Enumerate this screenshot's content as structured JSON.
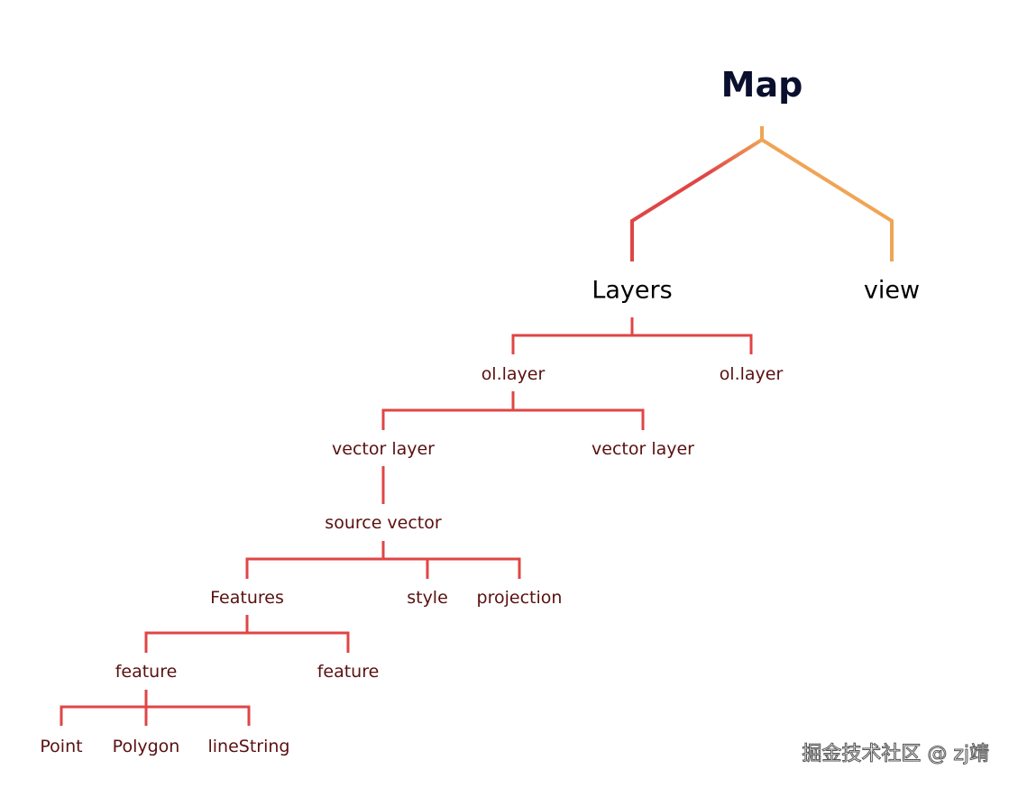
{
  "root": {
    "label": "Map"
  },
  "branches": {
    "layers": "Layers",
    "view": "view"
  },
  "layers": {
    "left": "ol.layer",
    "right": "ol.layer"
  },
  "vector_layers": {
    "left": "vector layer",
    "right": "vector layer"
  },
  "source": {
    "label": "source vector"
  },
  "source_children": {
    "features": "Features",
    "style": "style",
    "projection": "projection"
  },
  "features": {
    "left": "feature",
    "right": "feature"
  },
  "geometries": {
    "point": "Point",
    "polygon": "Polygon",
    "linestring": "lineString"
  },
  "watermark": "掘金技术社区 @ zj靖",
  "colors": {
    "line": "#e04545",
    "line_view": "#f0a455",
    "root_text": "#0b0f2e",
    "node_text": "#5a1010"
  }
}
